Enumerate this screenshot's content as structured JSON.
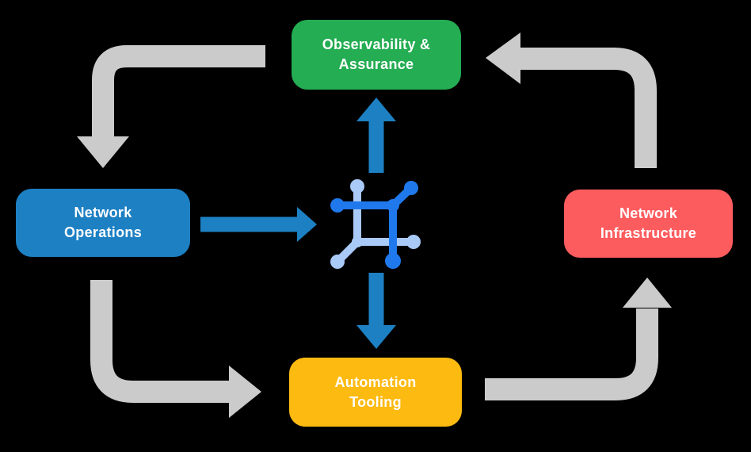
{
  "colors": {
    "background": "#000000",
    "box-green": "#24ad53",
    "box-blue": "#1d80c3",
    "box-red": "#fd5c5e",
    "box-yellow": "#fdba10",
    "arrow-gray": "#cbcbcb",
    "arrow-blue": "#1d80c3",
    "icon-blue": "#2079ec",
    "icon-light-blue": "#a9c9f7",
    "box-text": "#ffffff"
  },
  "boxes": {
    "observability": {
      "line1": "Observability &",
      "line2": "Assurance"
    },
    "operations": {
      "line1": "Network",
      "line2": "Operations"
    },
    "infrastructure": {
      "line1": "Network",
      "line2": "Infrastructure"
    },
    "automation": {
      "line1": "Automation",
      "line2": "Tooling"
    }
  },
  "center_icon": {
    "name": "network-mesh-icon"
  },
  "connections": [
    {
      "from": "Observability & Assurance",
      "to": "Network Operations",
      "style": "gray-elbow-arrow"
    },
    {
      "from": "Network Operations",
      "to": "Automation Tooling",
      "style": "gray-elbow-arrow"
    },
    {
      "from": "Automation Tooling",
      "to": "Network Infrastructure",
      "style": "gray-elbow-arrow"
    },
    {
      "from": "Network Infrastructure",
      "to": "Observability & Assurance",
      "style": "gray-elbow-arrow"
    },
    {
      "from": "Network Operations",
      "to": "center-icon",
      "style": "blue-straight-arrow"
    },
    {
      "from": "center-icon",
      "to": "Observability & Assurance",
      "style": "blue-straight-arrow"
    },
    {
      "from": "center-icon",
      "to": "Automation Tooling",
      "style": "blue-straight-arrow"
    }
  ]
}
